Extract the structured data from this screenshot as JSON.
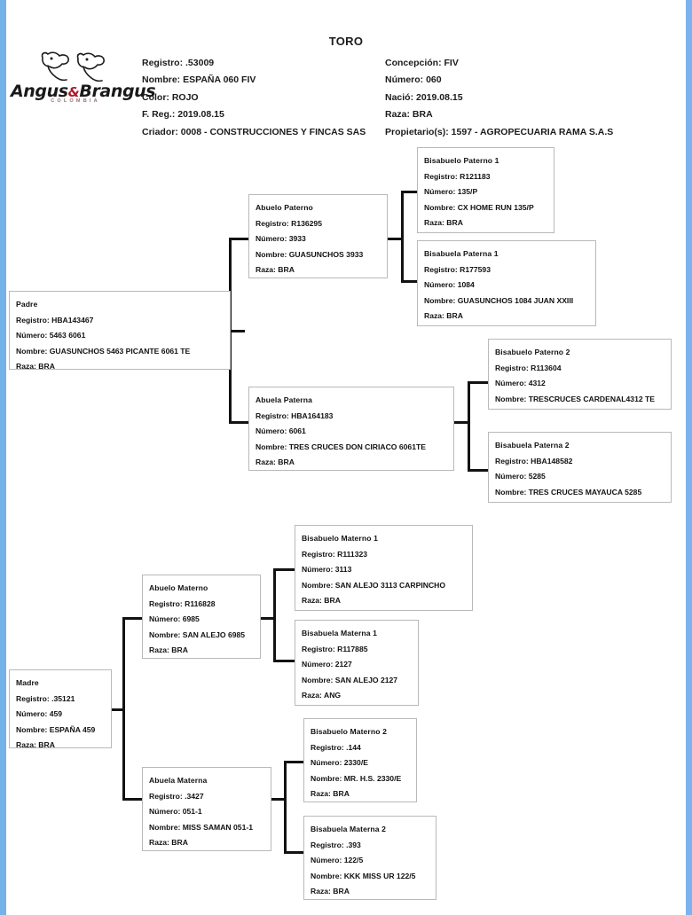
{
  "page": {
    "title": "TORO",
    "border_color": "#74b2ea",
    "logo": {
      "name": "Angus&Brangus",
      "word_left": "Angus",
      "word_amp": "&",
      "word_right": "Brangus",
      "subtitle": "COLOMBIA"
    }
  },
  "header": {
    "left_column": [
      "Registro: .53009",
      "Nombre: ESPAÑA 060 FIV",
      "Color: ROJO",
      "F. Reg.: 2019.08.15",
      "Criador: 0008 - CONSTRUCCIONES Y FINCAS SAS"
    ],
    "right_column": [
      "Concepción: FIV",
      "Número: 060",
      "Nació: 2019.08.15",
      "Raza: BRA",
      "Propietario(s): 1597 - AGROPECUARIA RAMA S.A.S"
    ]
  },
  "pedigree": {
    "padre": {
      "title": "Padre",
      "registro": "Registro: HBA143467",
      "numero": "Número: 5463   6061",
      "nombre": "Nombre: GUASUNCHOS 5463 PICANTE 6061 TE",
      "raza": "Raza: BRA"
    },
    "abuelo_paterno": {
      "title": "Abuelo Paterno",
      "registro": "Registro: R136295",
      "numero": "Número: 3933",
      "nombre": "Nombre: GUASUNCHOS 3933",
      "raza": "Raza: BRA"
    },
    "abuela_paterna": {
      "title": "Abuela Paterna",
      "registro": "Registro: HBA164183",
      "numero": "Número: 6061",
      "nombre": "Nombre: TRES CRUCES DON CIRIACO 6061TE",
      "raza": "Raza: BRA"
    },
    "bisabuelo_paterno_1": {
      "title": "Bisabuelo Paterno 1",
      "registro": "Registro: R121183",
      "numero": "Número: 135/P",
      "nombre": "Nombre: CX HOME RUN 135/P",
      "raza": "Raza: BRA"
    },
    "bisabuela_paterna_1": {
      "title": "Bisabuela Paterna 1",
      "registro": "Registro: R177593",
      "numero": "Número: 1084",
      "nombre": "Nombre: GUASUNCHOS 1084 JUAN XXIII",
      "raza": "Raza: BRA"
    },
    "bisabuelo_paterno_2": {
      "title": "Bisabuelo Paterno 2",
      "registro": "Registro: R113604",
      "numero": "Número: 4312",
      "nombre": "Nombre: TRESCRUCES CARDENAL4312 TE",
      "raza": ""
    },
    "bisabuela_paterna_2": {
      "title": "Bisabuela Paterna 2",
      "registro": "Registro: HBA148582",
      "numero": "Número: 5285",
      "nombre": "Nombre: TRES CRUCES MAYAUCA 5285",
      "raza": ""
    },
    "madre": {
      "title": "Madre",
      "registro": "Registro: .35121",
      "numero": "Número: 459",
      "nombre": "Nombre: ESPAÑA 459",
      "raza": "Raza: BRA"
    },
    "abuelo_materno": {
      "title": "Abuelo Materno",
      "registro": "Registro: R116828",
      "numero": "Número: 6985",
      "nombre": "Nombre: SAN ALEJO 6985",
      "raza": "Raza: BRA"
    },
    "abuela_materna": {
      "title": "Abuela Materna",
      "registro": "Registro: .3427",
      "numero": "Número: 051-1",
      "nombre": "Nombre: MISS SAMAN 051-1",
      "raza": "Raza: BRA"
    },
    "bisabuelo_materno_1": {
      "title": "Bisabuelo Materno 1",
      "registro": "Registro: R111323",
      "numero": "Número: 3113",
      "nombre": "Nombre: SAN ALEJO 3113 CARPINCHO",
      "raza": "Raza: BRA"
    },
    "bisabuela_materna_1": {
      "title": "Bisabuela Materna 1",
      "registro": "Registro: R117885",
      "numero": "Número: 2127",
      "nombre": "Nombre: SAN ALEJO 2127",
      "raza": "Raza: ANG"
    },
    "bisabuelo_materno_2": {
      "title": "Bisabuelo Materno 2",
      "registro": "Registro: .144",
      "numero": "Número: 2330/E",
      "nombre": "Nombre: MR. H.S. 2330/E",
      "raza": "Raza: BRA"
    },
    "bisabuela_materna_2": {
      "title": "Bisabuela Materna 2",
      "registro": "Registro: .393",
      "numero": "Número: 122/5",
      "nombre": "Nombre: KKK MISS UR 122/5",
      "raza": "Raza: BRA"
    }
  }
}
